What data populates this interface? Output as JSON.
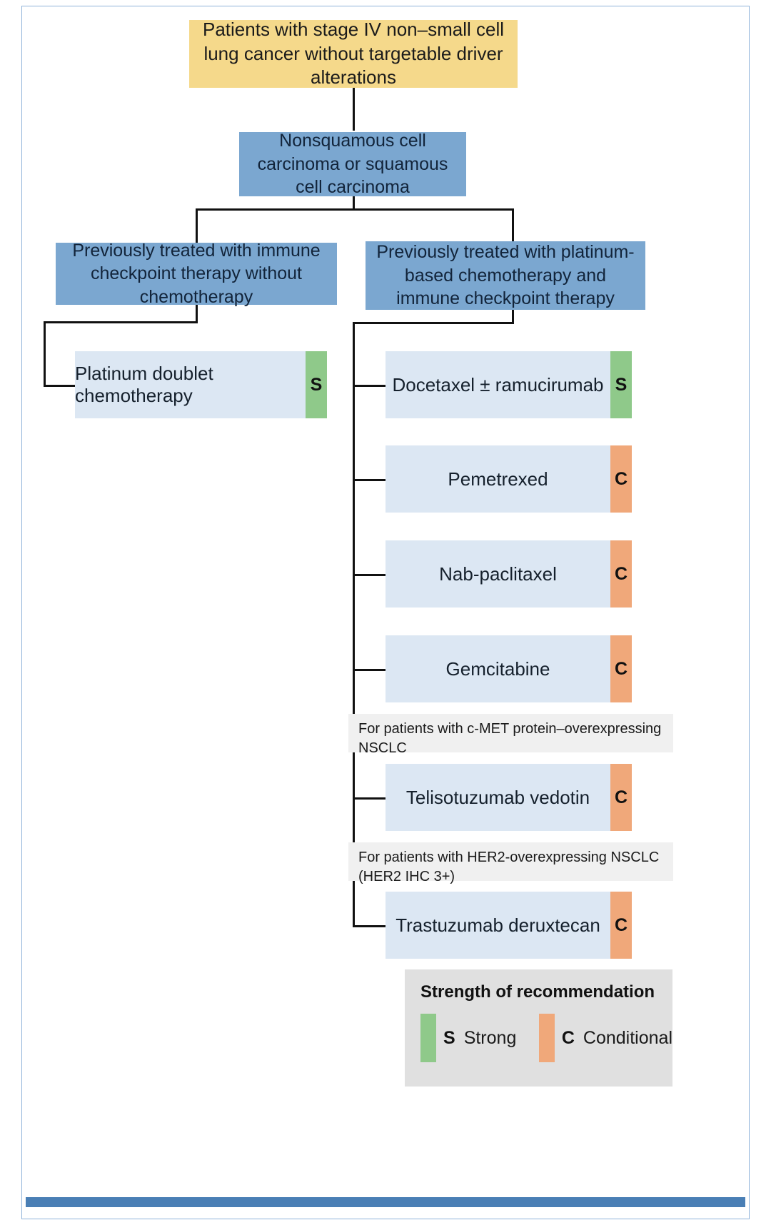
{
  "header": {
    "title": "Patients with stage IV non–small cell lung cancer without targetable driver alterations"
  },
  "decision": {
    "histology": "Nonsquamous cell carcinoma or squamous cell carcinoma",
    "branch_left": "Previously treated with immune checkpoint therapy without chemotherapy",
    "branch_right": "Previously treated with platinum-based chemotherapy and immune checkpoint therapy"
  },
  "left_treatments": [
    {
      "label": "Platinum doublet chemotherapy",
      "strength": "S"
    }
  ],
  "right_treatments": [
    {
      "label": "Docetaxel ± ramucirumab",
      "strength": "S"
    },
    {
      "label": "Pemetrexed",
      "strength": "C"
    },
    {
      "label": "Nab-paclitaxel",
      "strength": "C"
    },
    {
      "label": "Gemcitabine",
      "strength": "C"
    },
    {
      "label": "Telisotuzumab vedotin",
      "strength": "C"
    },
    {
      "label": "Trastuzumab deruxtecan",
      "strength": "C"
    }
  ],
  "annotations": {
    "cmet": "For patients with c-MET protein–overexpressing NSCLC",
    "her2": "For patients with HER2-overexpressing NSCLC (HER2 IHC 3+)"
  },
  "legend": {
    "title": "Strength of recommendation",
    "items": [
      {
        "symbol": "S",
        "label": "Strong",
        "color": "#8FC98A"
      },
      {
        "symbol": "C",
        "label": "Conditional",
        "color": "#F0A87A"
      }
    ]
  },
  "colors": {
    "header_box": "#F5D98B",
    "decision_box": "#7BA7D0",
    "treatment_box": "#DCE7F3",
    "strong": "#8FC98A",
    "conditional": "#F0A87A",
    "annotation_bg": "#F0F0F0",
    "legend_bg": "#E0E0E0",
    "frame": "#8FB3D9",
    "footer": "#4A7FB5"
  }
}
